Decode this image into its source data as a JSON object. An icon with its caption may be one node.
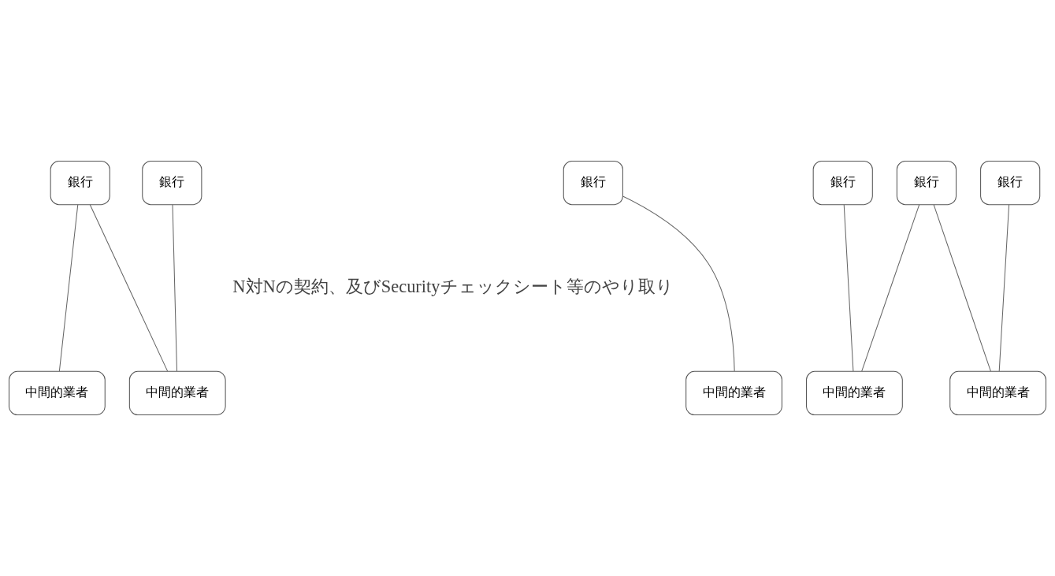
{
  "diagram": {
    "nodes": [
      {
        "text": [
          "銀行"
        ]
      },
      {
        "text": [
          "銀行"
        ]
      },
      {
        "text": [
          "銀行"
        ]
      },
      {
        "text": [
          "銀行"
        ]
      },
      {
        "text": [
          "銀行"
        ]
      },
      {
        "text": [
          "銀行"
        ]
      },
      {
        "text": [
          "中間的業者"
        ]
      },
      {
        "text": [
          "中間的業者"
        ]
      },
      {
        "text": [
          "中間的業者"
        ]
      },
      {
        "text": [
          "中間的業者"
        ]
      },
      {
        "text": [
          "中間的業者"
        ]
      }
    ],
    "edges": [
      {
        "from": 2,
        "to": 6,
        "arrow": "none"
      },
      {
        "from": 2,
        "to": 7,
        "arrow": "none"
      },
      {
        "from": 1,
        "to": 8,
        "arrow": "none"
      },
      {
        "from": 1,
        "to": 10,
        "arrow": "none"
      },
      {
        "from": 3,
        "to": 9,
        "arrow": "none"
      },
      {
        "from": 5,
        "to": 6,
        "arrow": "none"
      },
      {
        "from": 4,
        "to": 7,
        "arrow": "none"
      },
      {
        "from": 0,
        "to": 8,
        "arrow": "none"
      }
    ],
    "labels": [
      "N対Nの契約、及びSecurityチェックシート等のやり取り"
    ]
  }
}
